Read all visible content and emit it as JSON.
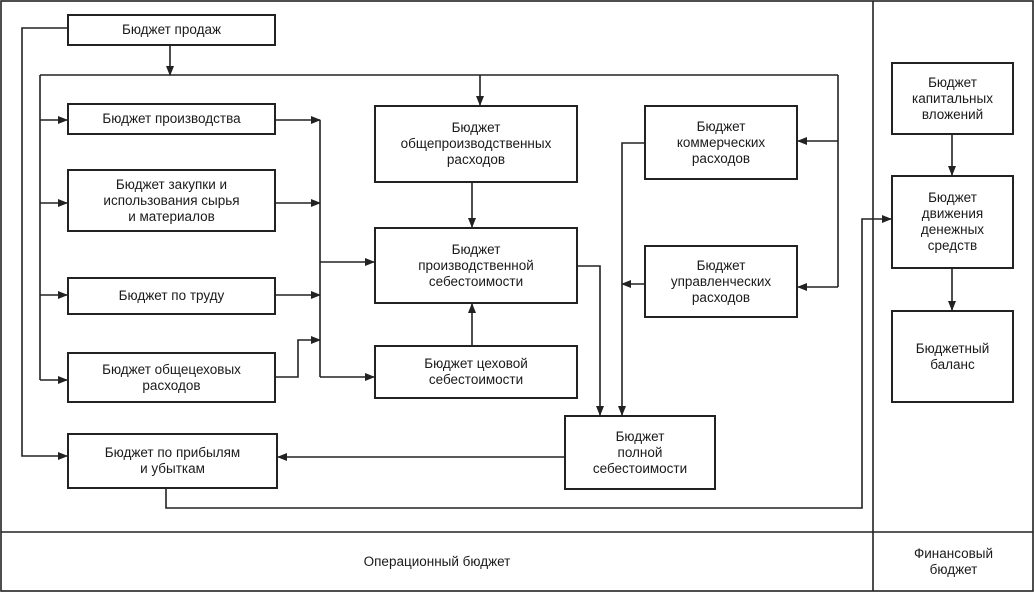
{
  "boxes": {
    "sales": "Бюджет продаж",
    "production": "Бюджет производства",
    "purchase": "Бюджет закупки и\nиспользования сырья\nи материалов",
    "labor": "Бюджет по труду",
    "shop_overhead": "Бюджет общецеховых\nрасходов",
    "profit_loss": "Бюджет по прибылям\nи убыткам",
    "general_production": "Бюджет\nобщепроизводственных\nрасходов",
    "production_cost": "Бюджет\nпроизводственной\nсебестоимости",
    "shop_cost": "Бюджет цеховой\nсебестоимости",
    "commercial": "Бюджет\nкоммерческих\nрасходов",
    "administrative": "Бюджет\nуправленческих\nрасходов",
    "full_cost": "Бюджет\nполной\nсебестоимости",
    "capital": "Бюджет\nкапитальных\nвложений",
    "cash_flow": "Бюджет\nдвижения\nденежных\nсредств",
    "balance": "Бюджетный\nбаланс"
  },
  "regions": {
    "operational": "Операционный бюджет",
    "financial": "Финансовый\nбюджет"
  }
}
